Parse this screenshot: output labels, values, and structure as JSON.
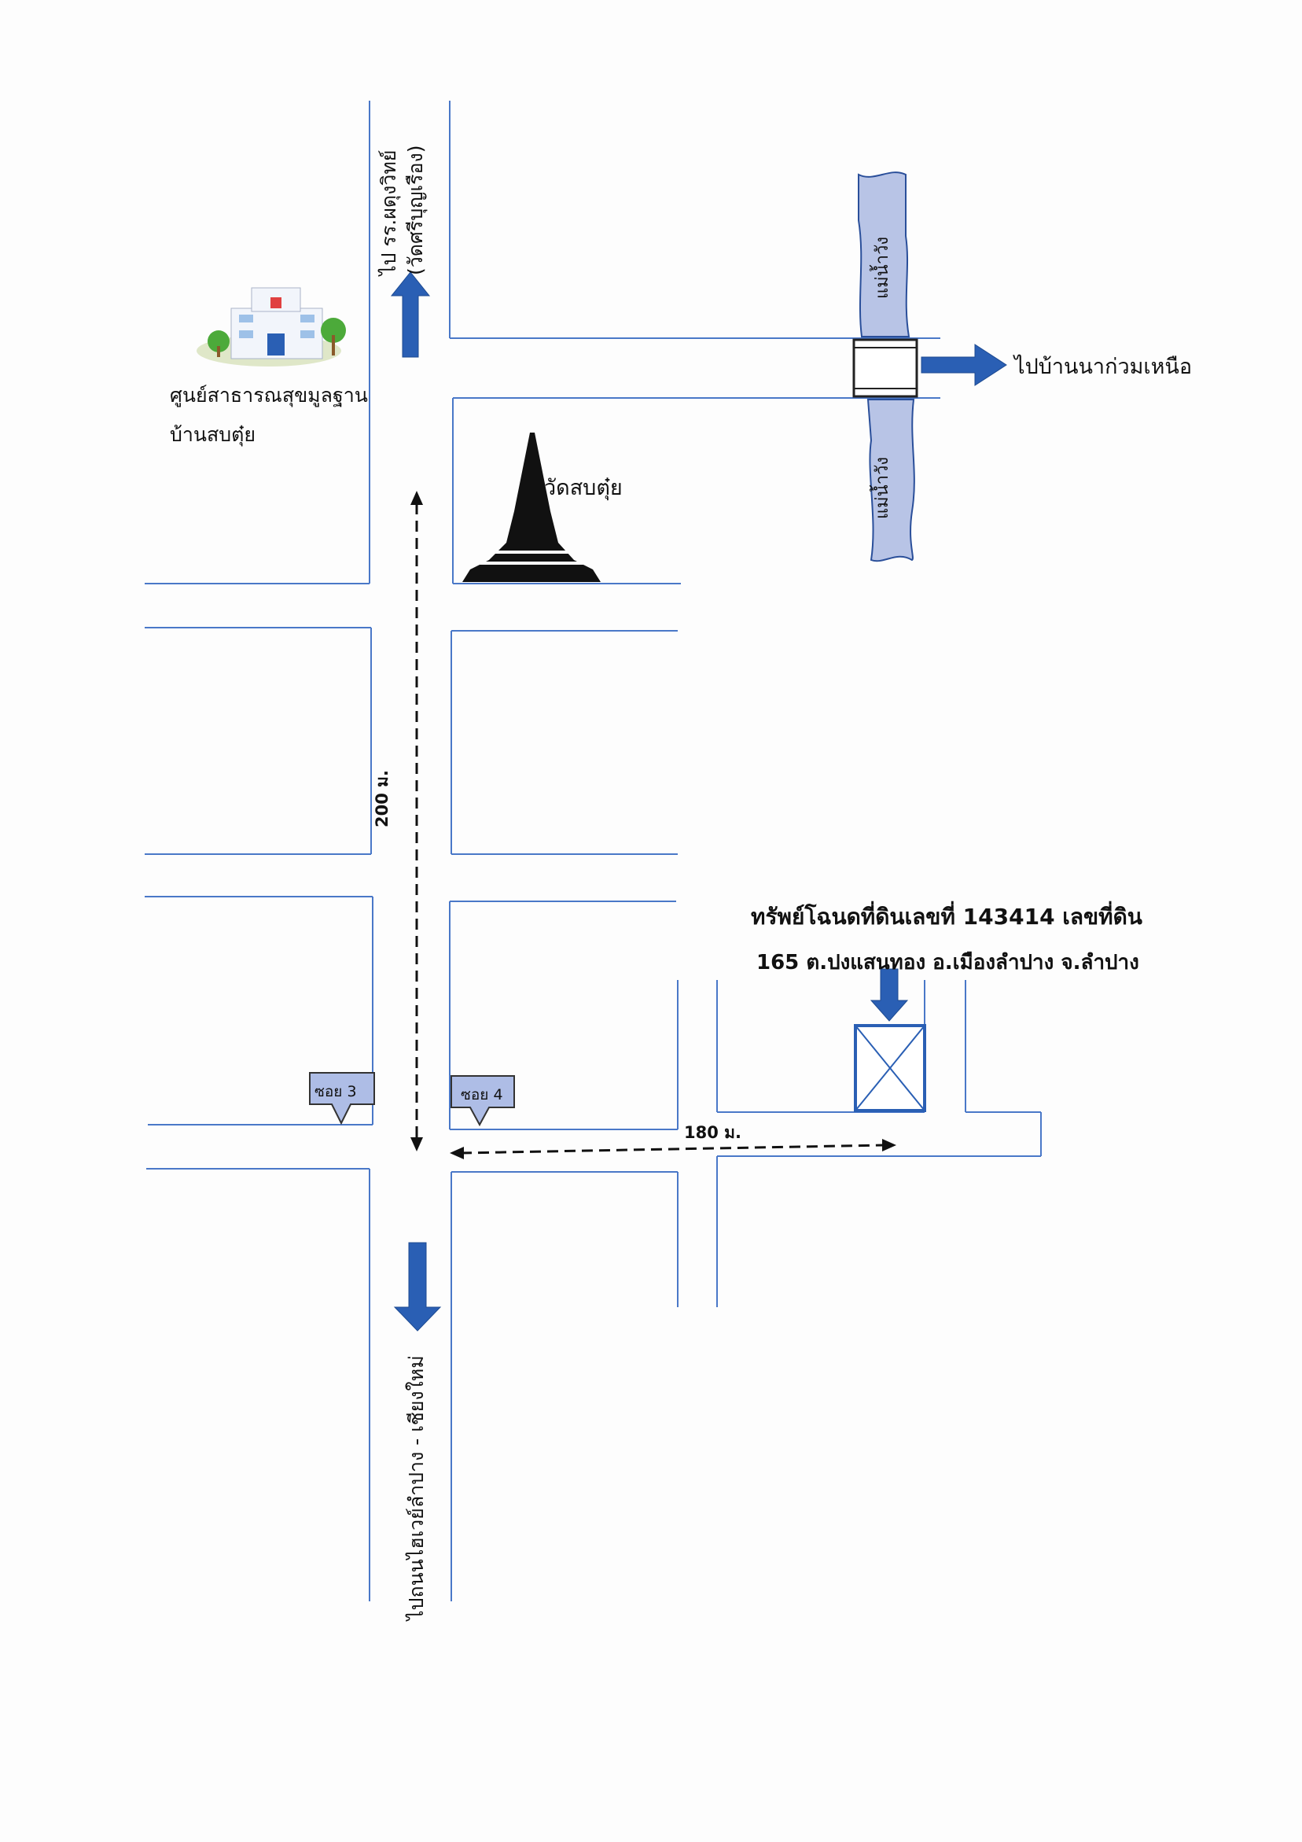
{
  "labels": {
    "hospital_line1": "ศูนย์สาธารณสุขมูลฐาน",
    "hospital_line2": "บ้านสบตุ๋ย",
    "wat": "วัดสบตุ๋ย",
    "to_north_village": "ไปบ้านนาก่วมเหนือ",
    "road_up_line1": "ไป รร.ผดุงวิทย์",
    "road_up_line2": "(วัดศรีบุญเรือง)",
    "road_down": "ไปถนนไฮเวย์ลำปาง - เชียงใหม่",
    "river_top": "แม่น้ำวัง",
    "river_bottom": "แม่น้ำวัง",
    "soi3": "ซอย 3",
    "soi4": "ซอย 4",
    "distance_vertical": "200  ม.",
    "distance_horizontal": "180  ม.",
    "property_line1": "ทรัพย์โฉนดที่ดินเลขที่  143414  เลขที่ดิน",
    "property_line2": "165  ต.ปงแสนทอง  อ.เมืองลำปาง  จ.ลำปาง"
  },
  "colors": {
    "road_line": "#4a78c8",
    "arrow_fill": "#2a5fb4",
    "river_fill": "#b8c4e6",
    "marker_fill": "#aebde6",
    "dashed": "#111111",
    "text": "#111111"
  },
  "icons": [
    "hospital-icon",
    "pagoda-icon",
    "bridge-icon",
    "property-marker-icon"
  ]
}
